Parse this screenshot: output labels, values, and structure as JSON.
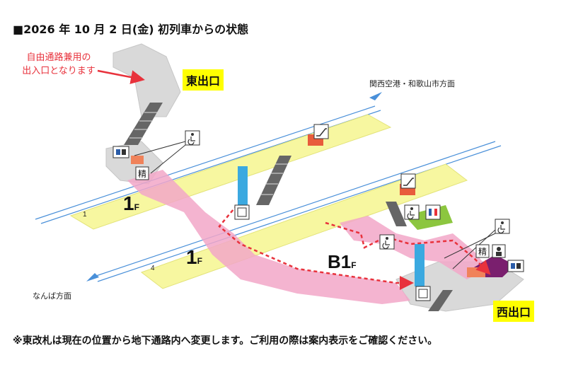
{
  "header": "■2026 年 10 月 2 日(金)  初列車からの状態",
  "note_red_line1": "自由通路兼用の",
  "note_red_line2": "出入口となります",
  "exits": {
    "east": "東出口",
    "west": "西出口"
  },
  "directions": {
    "kansai": "関西空港・和歌山市方面",
    "namba": "なんば方面"
  },
  "floors": {
    "upper": "1",
    "upper_suffix": "F",
    "lower": "1",
    "lower_suffix": "F",
    "b1": "B1",
    "b1_suffix": "F"
  },
  "platforms": {
    "p1": "1",
    "p4": "4"
  },
  "footer": "※東改札は現在の位置から地下通路内へ変更します。ご利用の際は案内表示をご確認ください。",
  "icon_labels": {
    "seisan": "精"
  },
  "colors": {
    "platform": "#f7f7a0",
    "platform_edge": "#e3e37a",
    "concourse": "#d8d8d8",
    "pink_area": "#f2a7c8",
    "route": "#e8323c",
    "elevator": "#3ba9e0",
    "green_area": "#8cc63f",
    "purple_area": "#7a1f6e",
    "track_line": "#4a90d9",
    "note_red": "#e8323c",
    "exit_bg": "#ffff00"
  }
}
